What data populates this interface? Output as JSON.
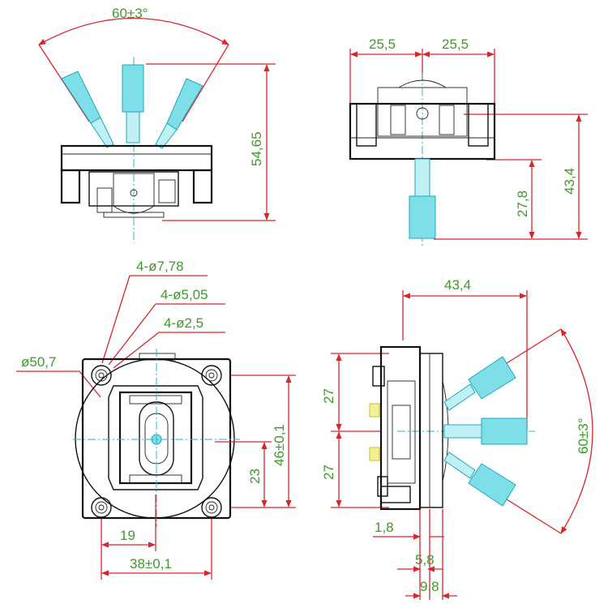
{
  "colors": {
    "dimension_line": "#d8262c",
    "dimension_text": "#3e9a2a",
    "stick": "#1aa8be",
    "outline": "#111111"
  },
  "views": {
    "side_front": {
      "angle_label": "60±3°",
      "height_label": "54,65"
    },
    "side_top": {
      "left_width_label": "25,5",
      "right_width_label": "25,5",
      "total_height_label": "43,4",
      "stick_height_label": "27,8"
    },
    "top": {
      "hole_large_label": "4-ø7,78",
      "hole_mid_label": "4-ø5,05",
      "hole_small_label": "4-ø2,5",
      "circle_label": "ø50,7",
      "half_height_label": "23",
      "height_label": "46±0,1",
      "half_width_label": "19",
      "width_label": "38±0,1"
    },
    "side_right": {
      "width_label": "43,4",
      "upper_height_label": "27",
      "lower_height_label": "27",
      "angle_label": "60±3°",
      "offset1_label": "1,8",
      "offset2_label": "5,8",
      "offset3_label": "9,8"
    }
  }
}
